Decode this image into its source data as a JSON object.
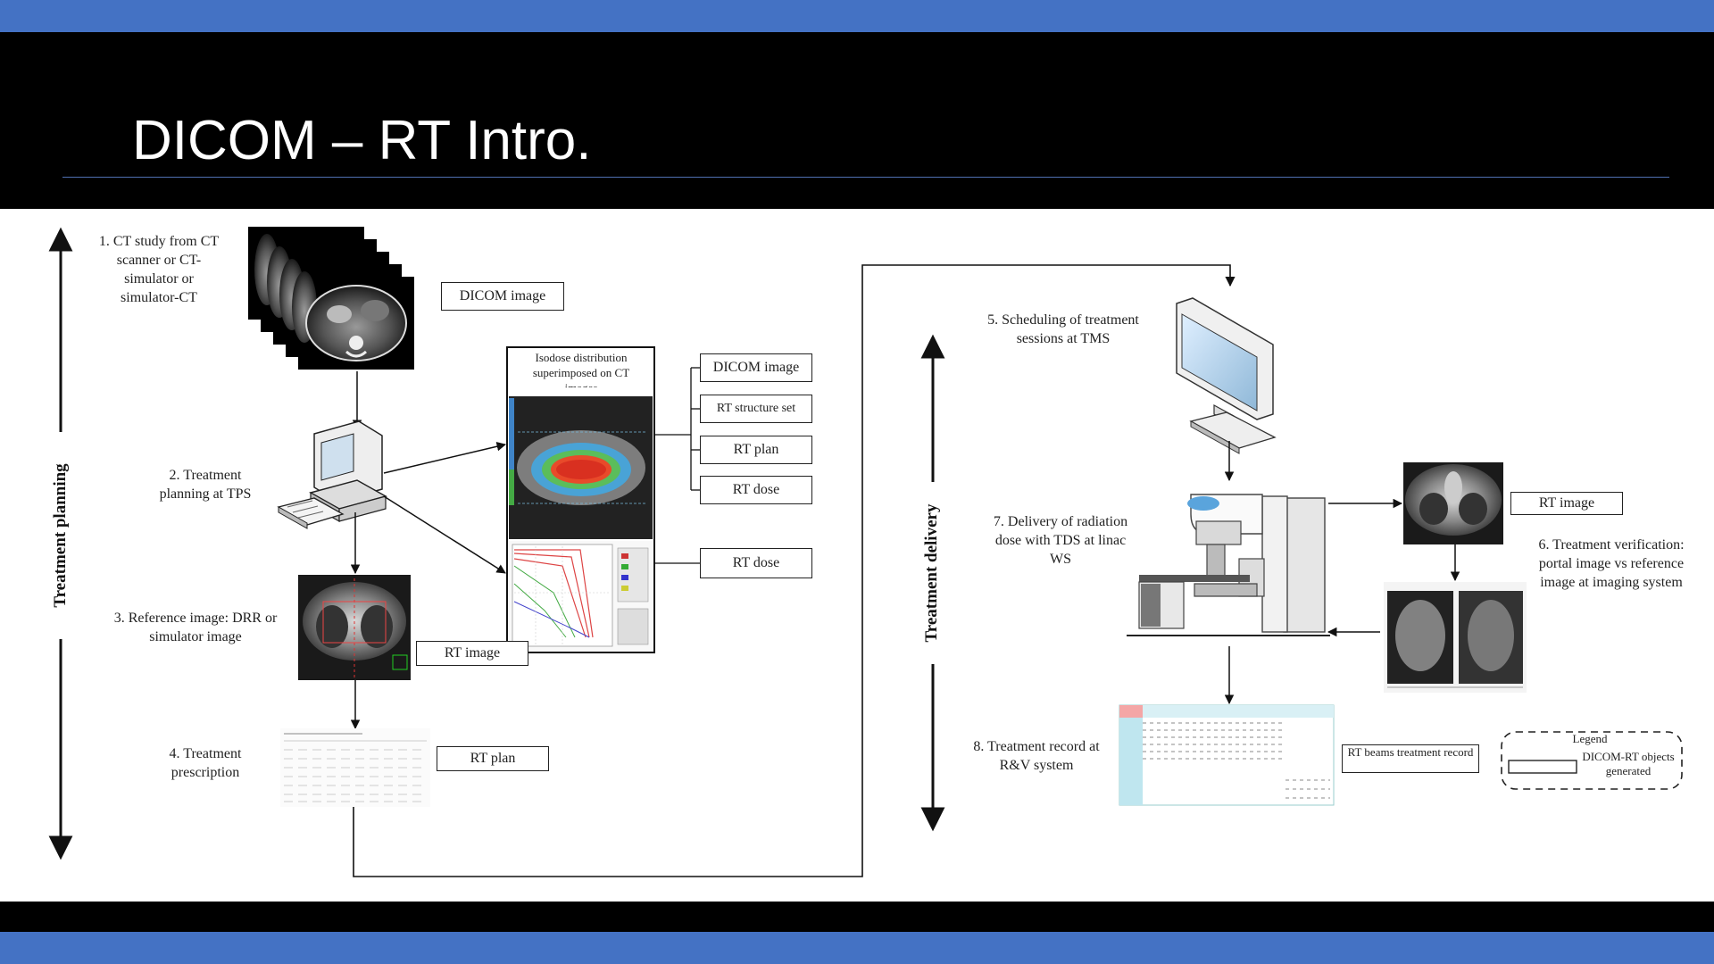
{
  "slide": {
    "title": "DICOM – RT Intro.",
    "accent_color": "#4472c4",
    "header_color": "#000000"
  },
  "diagram": {
    "axis_planning": "Treatment planning",
    "axis_delivery": "Treatment delivery",
    "steps": {
      "s1": "1. CT study from CT scanner or CT-simulator or simulator-CT",
      "s2": "2. Treatment planning at TPS",
      "s3": "3. Reference image: DRR or simulator image",
      "s4": "4. Treatment prescription",
      "s5": "5. Scheduling of treatment sessions at TMS",
      "s6": "6. Treatment verification: portal image vs reference image at imaging system",
      "s7": "7. Delivery of radiation dose with TDS at linac WS",
      "s8": "8. Treatment record at R&V system"
    },
    "isodose_caption": "Isodose distribution superimposed on CT images",
    "objects": {
      "dicom_image_1": "DICOM image",
      "dicom_image_2": "DICOM image",
      "rt_structure_set": "RT structure set",
      "rt_plan_1": "RT plan",
      "rt_dose_1": "RT dose",
      "rt_dose_2": "RT dose",
      "rt_image_1": "RT image",
      "rt_plan_2": "RT plan",
      "rt_image_2": "RT image",
      "rt_beams_record": "RT beams treatment record"
    },
    "legend": {
      "title": "Legend",
      "item": "DICOM-RT objects generated"
    },
    "icons": [
      "ct-scan-stack-icon",
      "workstation-computer-icon",
      "monitor-icon",
      "linac-machine-icon",
      "pelvis-xray-icon",
      "portal-images-icon",
      "dose-plot-icon",
      "prescription-sheet-icon",
      "record-table-icon"
    ]
  }
}
